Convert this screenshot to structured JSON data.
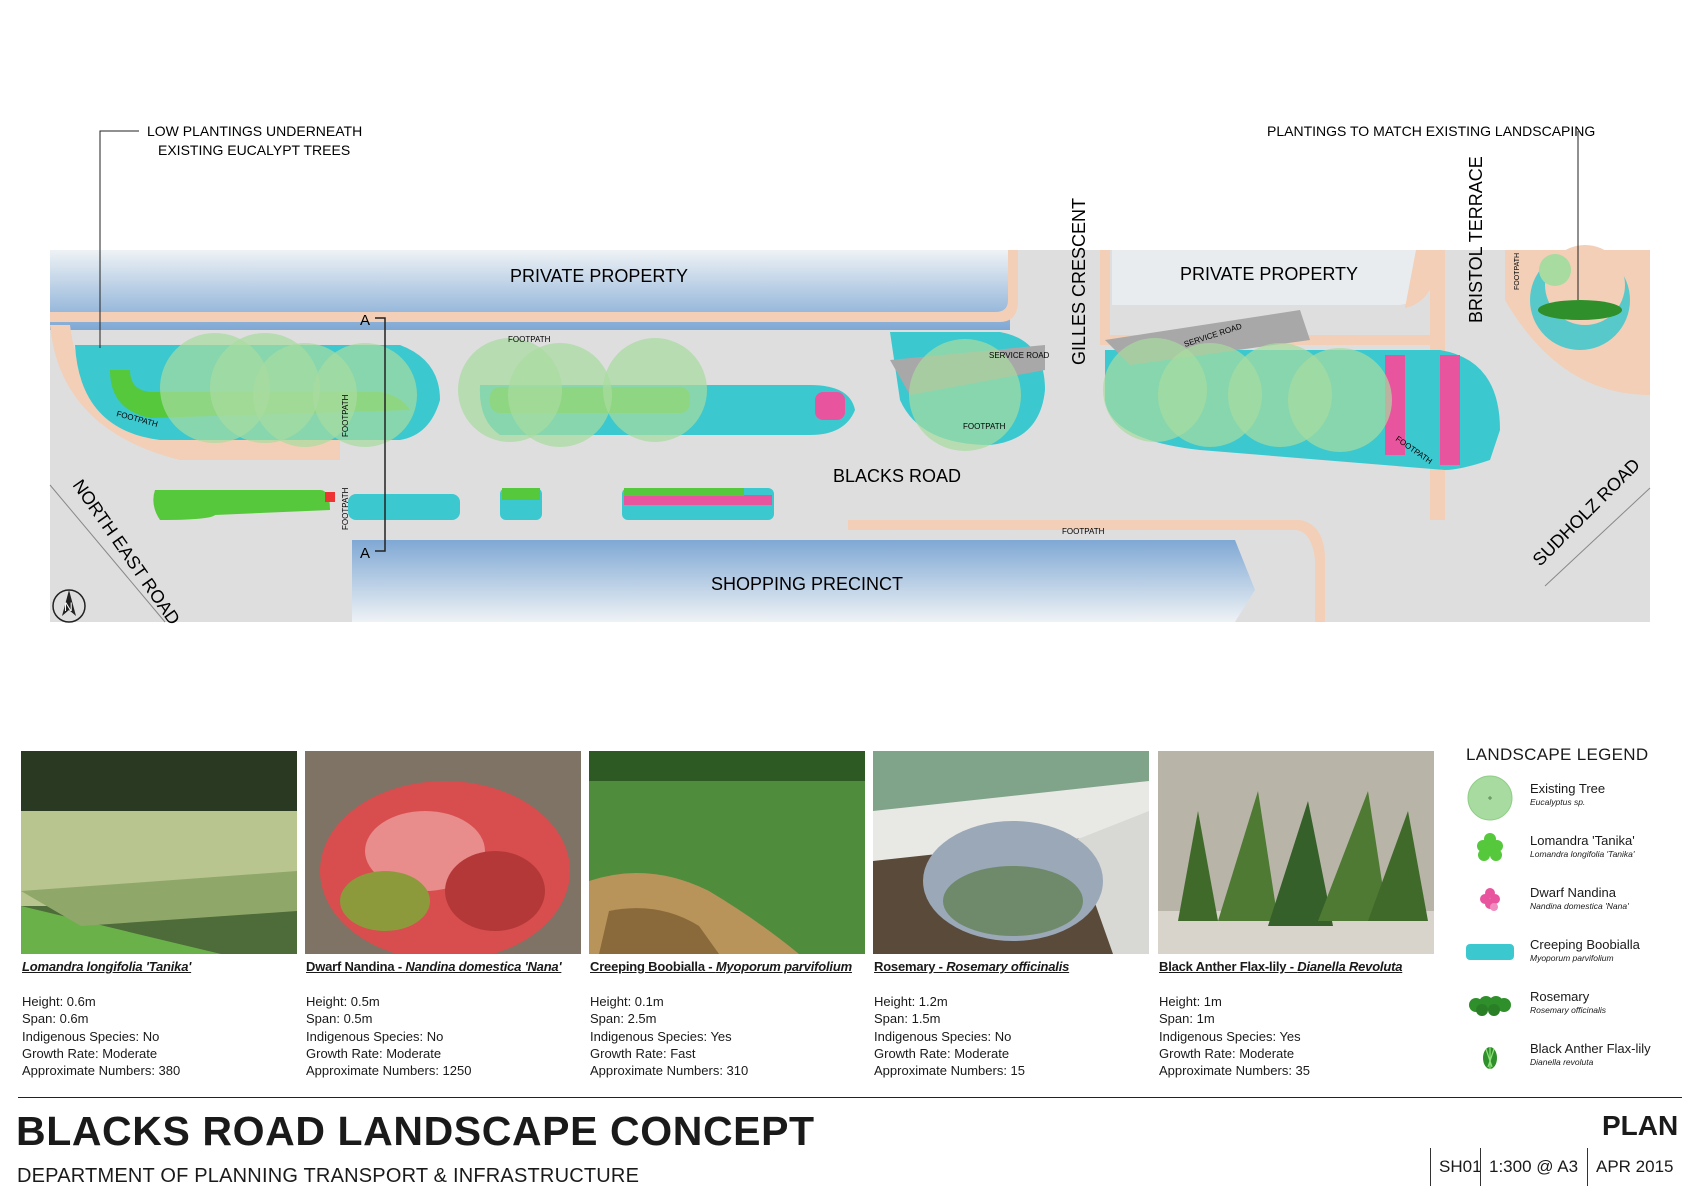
{
  "plan": {
    "callouts": {
      "left": [
        "LOW PLANTINGS UNDERNEATH",
        "EXISTING EUCALYPT TREES"
      ],
      "right": "PLANTINGS TO MATCH EXISTING LANDSCAPING"
    },
    "areas": {
      "private_property_left": "PRIVATE PROPERTY",
      "private_property_right": "PRIVATE PROPERTY",
      "shopping_precinct": "SHOPPING PRECINCT",
      "blacks_road": "BLACKS ROAD",
      "gilles_crescent": "GILLES CRESCENT",
      "bristol_terrace": "BRISTOL TERRACE",
      "north_east_road": "NORTH EAST ROAD",
      "sudholz_road": "SUDHOLZ ROAD"
    },
    "small_labels": {
      "footpath": "FOOTPATH",
      "service_road": "SERVICE ROAD"
    },
    "section_marker": "A",
    "north_arrow": "N"
  },
  "plants": [
    {
      "caption_common": "",
      "caption_scientific": "Lomandra longifolia 'Tanika'",
      "height": "Height: 0.6m",
      "span": "Span: 0.6m",
      "indigenous": "Indigenous Species: No",
      "growth": "Growth Rate: Moderate",
      "numbers": "Approximate Numbers: 380"
    },
    {
      "caption_common": "Dwarf Nandina - ",
      "caption_scientific": "Nandina domestica 'Nana'",
      "height": "Height: 0.5m",
      "span": "Span: 0.5m",
      "indigenous": "Indigenous Species: No",
      "growth": "Growth Rate: Moderate",
      "numbers": "Approximate Numbers: 1250"
    },
    {
      "caption_common": "Creeping Boobialla - ",
      "caption_scientific": "Myoporum parvifolium",
      "height": "Height: 0.1m",
      "span": "Span: 2.5m",
      "indigenous": "Indigenous Species: Yes",
      "growth": "Growth Rate: Fast",
      "numbers": "Approximate Numbers: 310"
    },
    {
      "caption_common": "Rosemary - ",
      "caption_scientific": "Rosemary officinalis",
      "height": "Height: 1.2m",
      "span": "Span: 1.5m",
      "indigenous": "Indigenous Species: No",
      "growth": "Growth Rate: Moderate",
      "numbers": "Approximate Numbers: 15"
    },
    {
      "caption_common": "Black Anther Flax-lily - ",
      "caption_scientific": "Dianella Revoluta",
      "height": "Height: 1m",
      "span": "Span: 1m",
      "indigenous": "Indigenous Species: Yes",
      "growth": "Growth Rate: Moderate",
      "numbers": "Approximate Numbers: 35"
    }
  ],
  "legend": {
    "title": "LANDSCAPE LEGEND",
    "items": [
      {
        "name": "Existing Tree",
        "sci": "Eucalyptus sp.",
        "icon": "existing-tree-icon"
      },
      {
        "name": "Lomandra 'Tanika'",
        "sci": "Lomandra longifolia 'Tanika'",
        "icon": "lomandra-icon"
      },
      {
        "name": "Dwarf Nandina",
        "sci": "Nandina domestica 'Nana'",
        "icon": "nandina-icon"
      },
      {
        "name": "Creeping Boobialla",
        "sci": "Myoporum parvifolium",
        "icon": "boobialla-icon"
      },
      {
        "name": "Rosemary",
        "sci": "Rosemary officinalis",
        "icon": "rosemary-icon"
      },
      {
        "name": "Black Anther Flax-lily",
        "sci": "Dianella revoluta",
        "icon": "flax-lily-icon"
      }
    ]
  },
  "title_block": {
    "title": "BLACKS ROAD LANDSCAPE CONCEPT",
    "department": "DEPARTMENT OF PLANNING TRANSPORT & INFRASTRUCTURE",
    "sheet_type": "PLAN",
    "sheet_no": "SH01",
    "scale": "1:300 @ A3",
    "date": "APR 2015"
  },
  "colors": {
    "road": "#dcdcdc",
    "footpath": "#f0cdb4",
    "property_blue": "#8fb4d9",
    "lomandra": "#55c83c",
    "nandina": "#e8559e",
    "boobialla": "#3cc8cf",
    "rosemary": "#2f8f2a",
    "tree": "#a8dba0"
  }
}
